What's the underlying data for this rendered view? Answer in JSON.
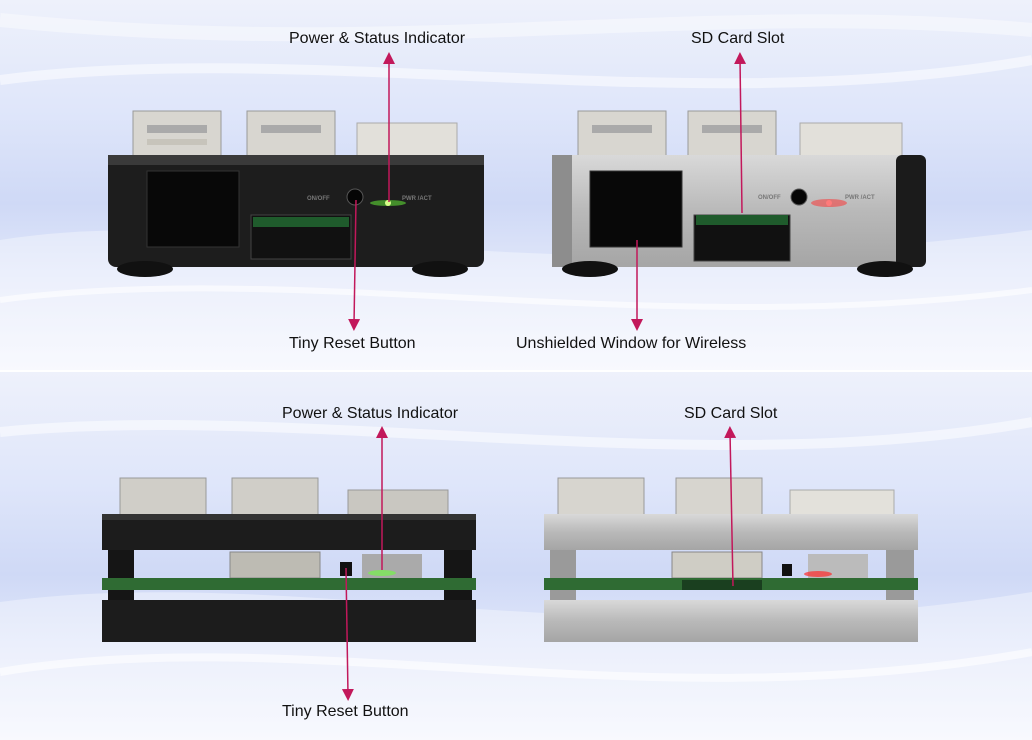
{
  "top_panel": {
    "left_device": {
      "callout_top": "Power & Status Indicator",
      "callout_bottom": "Tiny Reset Button",
      "switch_label": "ON/OFF",
      "led_label": "PWR /ACT",
      "finish": "black",
      "led_color": "#6cff3a"
    },
    "right_device": {
      "callout_top": "SD Card Slot",
      "callout_bottom": "Unshielded  Window for Wireless",
      "switch_label": "ON/OFF",
      "led_label": "PWR /ACT",
      "finish": "silver",
      "led_color": "#ff2a2a"
    }
  },
  "bottom_panel": {
    "left_device": {
      "callout_top": "Power & Status Indicator",
      "callout_bottom": "Tiny Reset Button",
      "finish": "black",
      "led_color": "#6cff3a"
    },
    "right_device": {
      "callout_top": "SD Card Slot",
      "finish": "silver",
      "led_color": "#ff2a2a"
    }
  },
  "arrow_color": "#c2185b"
}
